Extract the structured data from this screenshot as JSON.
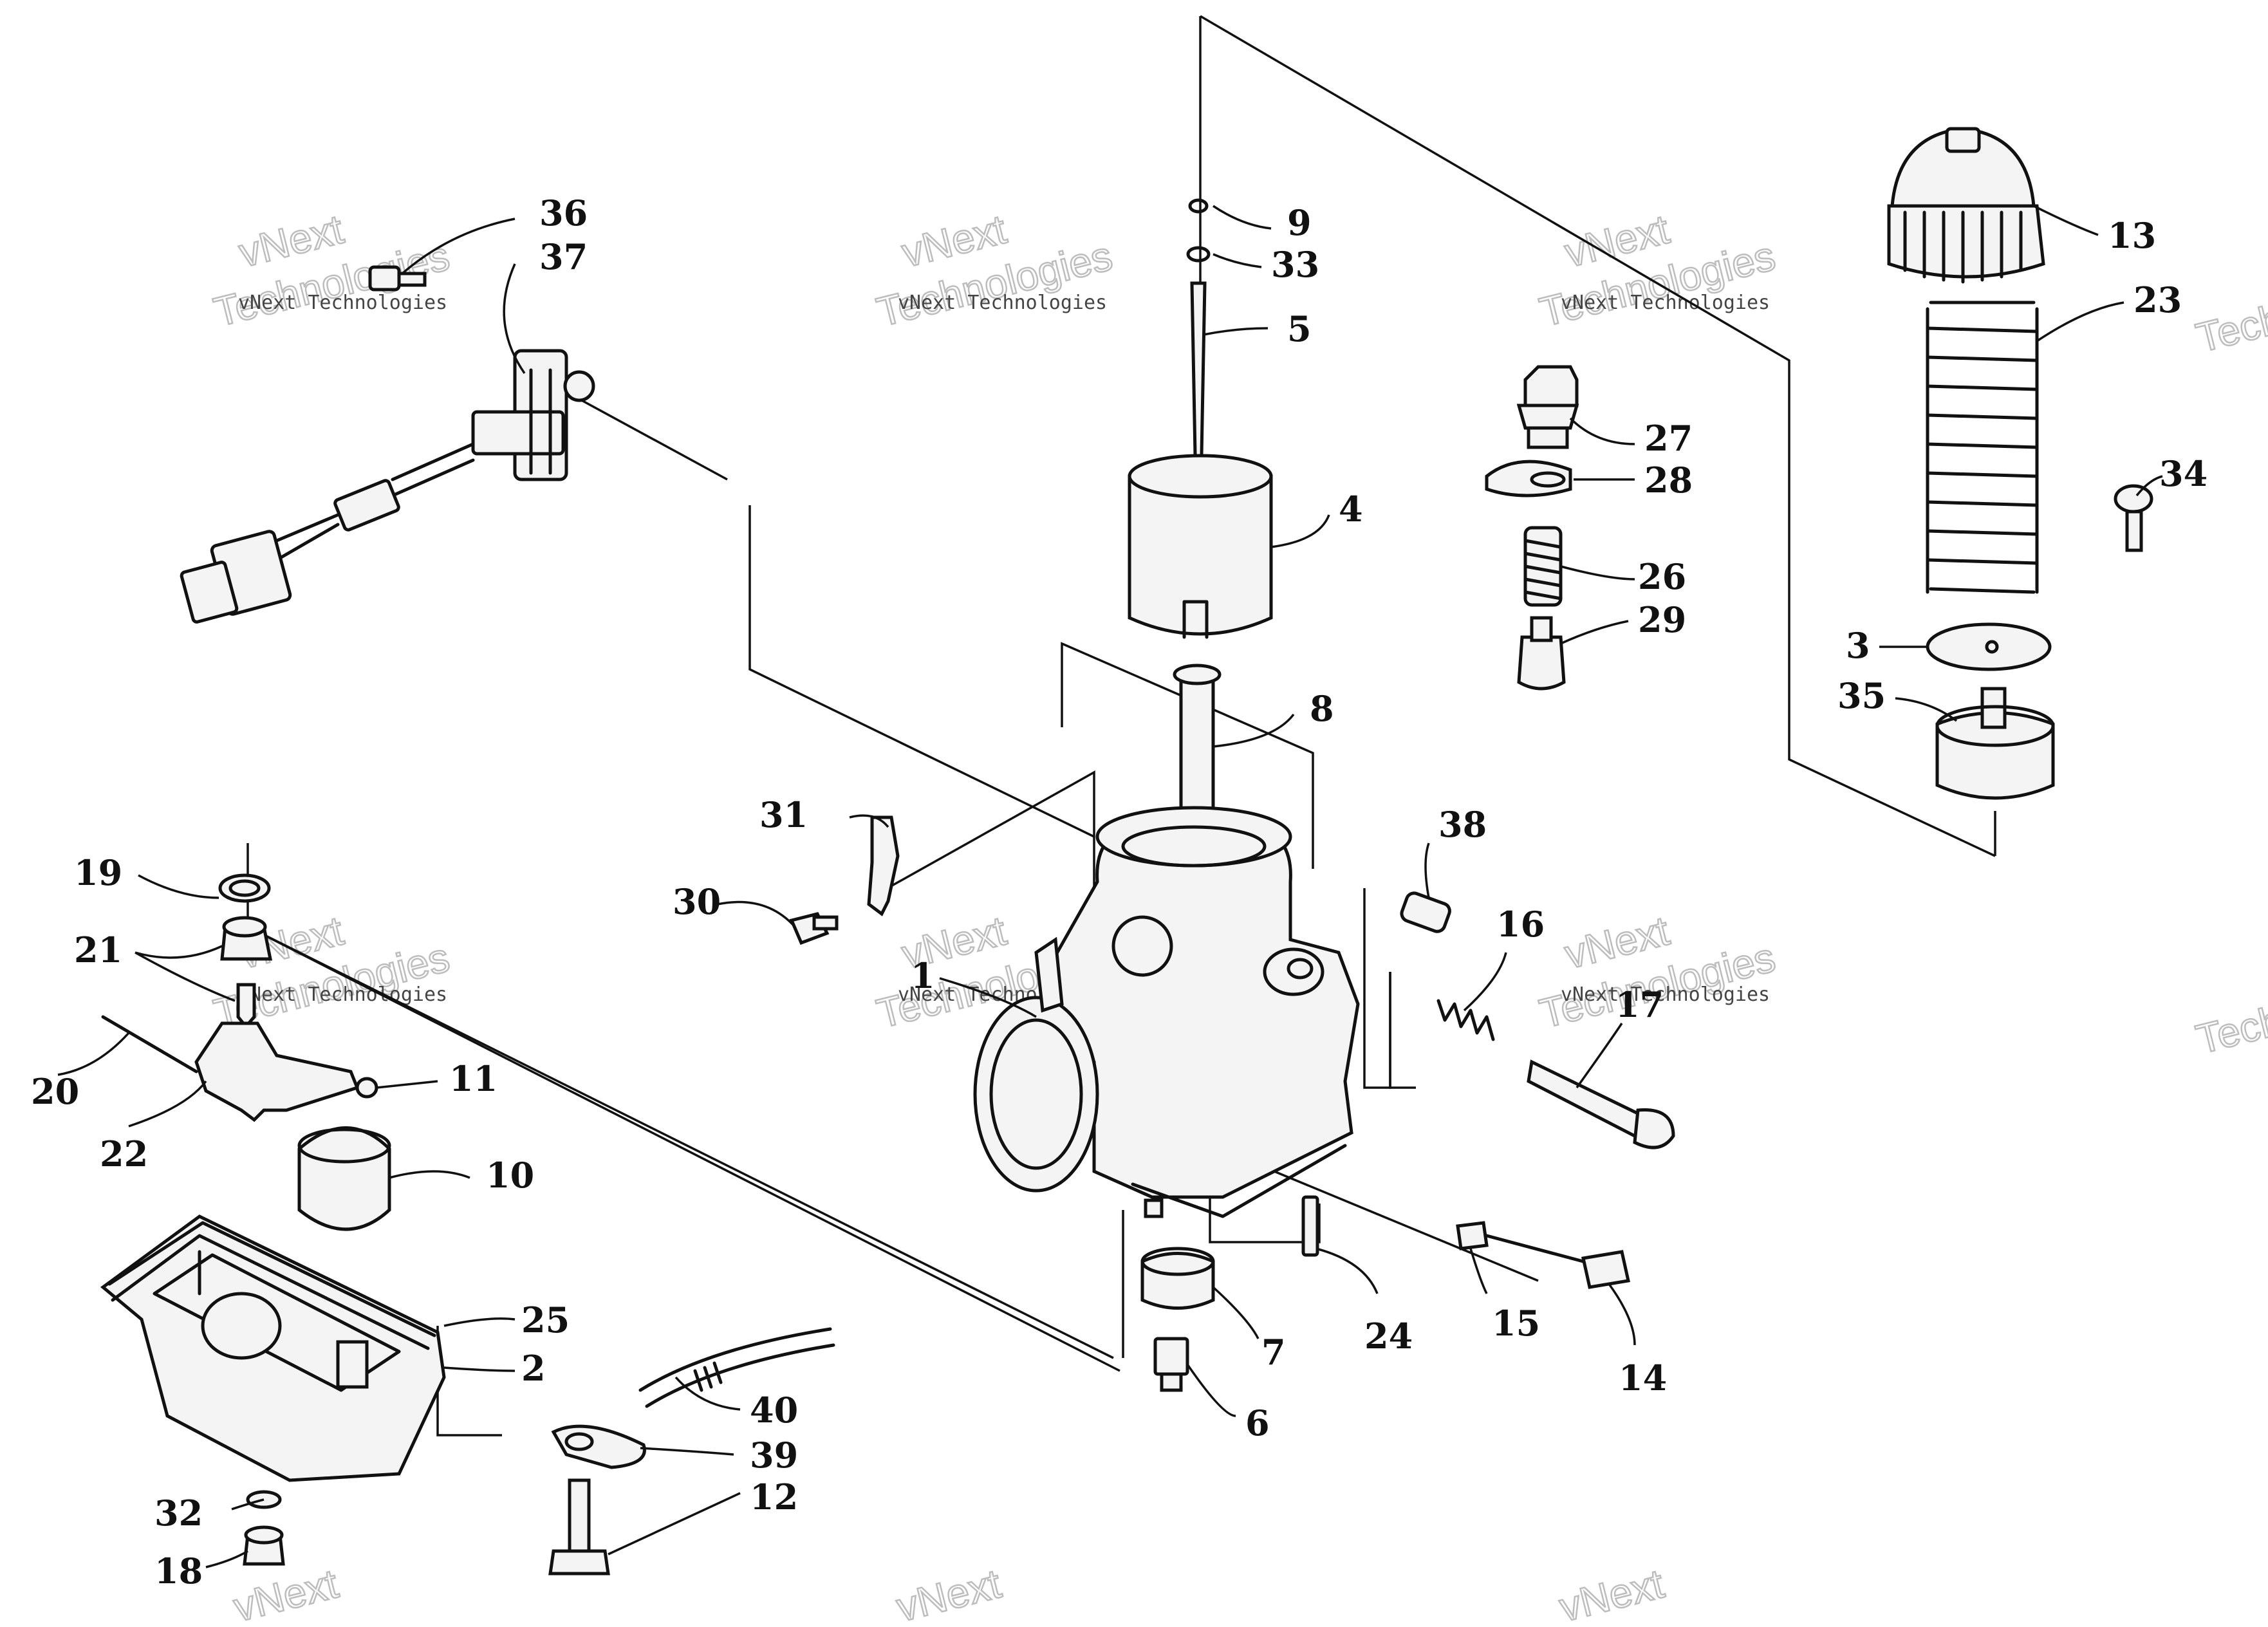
{
  "watermark": {
    "line1": "vNext",
    "line2": "Technologies",
    "small": "vNext Technologies"
  },
  "callouts": {
    "c1": "1",
    "c2": "2",
    "c3": "3",
    "c4": "4",
    "c5": "5",
    "c6": "6",
    "c7": "7",
    "c8": "8",
    "c9": "9",
    "c10": "10",
    "c11": "11",
    "c12": "12",
    "c13": "13",
    "c14": "14",
    "c15": "15",
    "c16": "16",
    "c17": "17",
    "c18": "18",
    "c19": "19",
    "c20": "20",
    "c21": "21",
    "c22": "22",
    "c23": "23",
    "c24": "24",
    "c25": "25",
    "c26": "26",
    "c27": "27",
    "c28": "28",
    "c29": "29",
    "c30": "30",
    "c31": "31",
    "c32": "32",
    "c33": "33",
    "c34": "34",
    "c35": "35",
    "c36": "36",
    "c37": "37",
    "c38": "38",
    "c39": "39",
    "c40": "40"
  }
}
